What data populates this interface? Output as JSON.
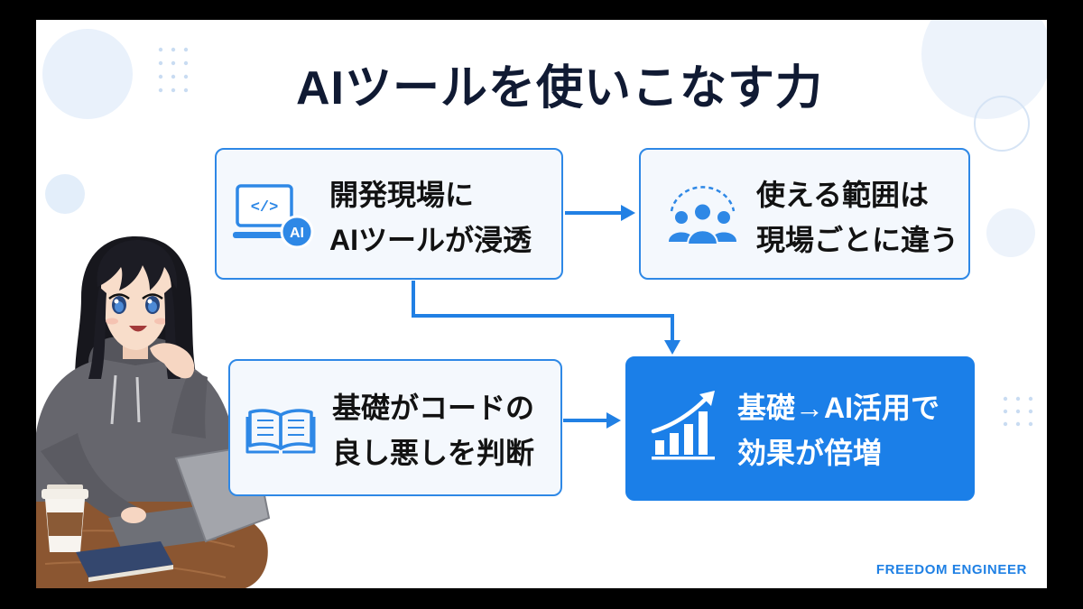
{
  "title": "AIツールを使いこなす力",
  "boxes": [
    {
      "lines": [
        "開発現場に",
        "AIツールが浸透"
      ],
      "icon": "laptop-code-icon",
      "icon_code": "</>",
      "icon_badge": "AI"
    },
    {
      "lines": [
        "使える範囲は",
        "現場ごとに違う"
      ],
      "icon": "team-icon"
    },
    {
      "lines": [
        "基礎がコードの",
        "良し悪しを判断"
      ],
      "icon": "open-book-icon"
    },
    {
      "lines": [
        "基礎→AI活用で",
        "効果が倍増"
      ],
      "icon": "growth-chart-icon"
    }
  ],
  "arrows": [
    {
      "from": 0,
      "to": 1
    },
    {
      "from": 0,
      "to": 3
    },
    {
      "from": 2,
      "to": 3
    }
  ],
  "brand": "FREEDOM ENGINEER",
  "colors": {
    "accent": "#1f80e4",
    "box_fill": "#f4f8fd",
    "highlight_fill": "#1b7fe8",
    "title": "#101a33"
  },
  "illustration": {
    "icon": "girl-with-laptop-illustration"
  }
}
